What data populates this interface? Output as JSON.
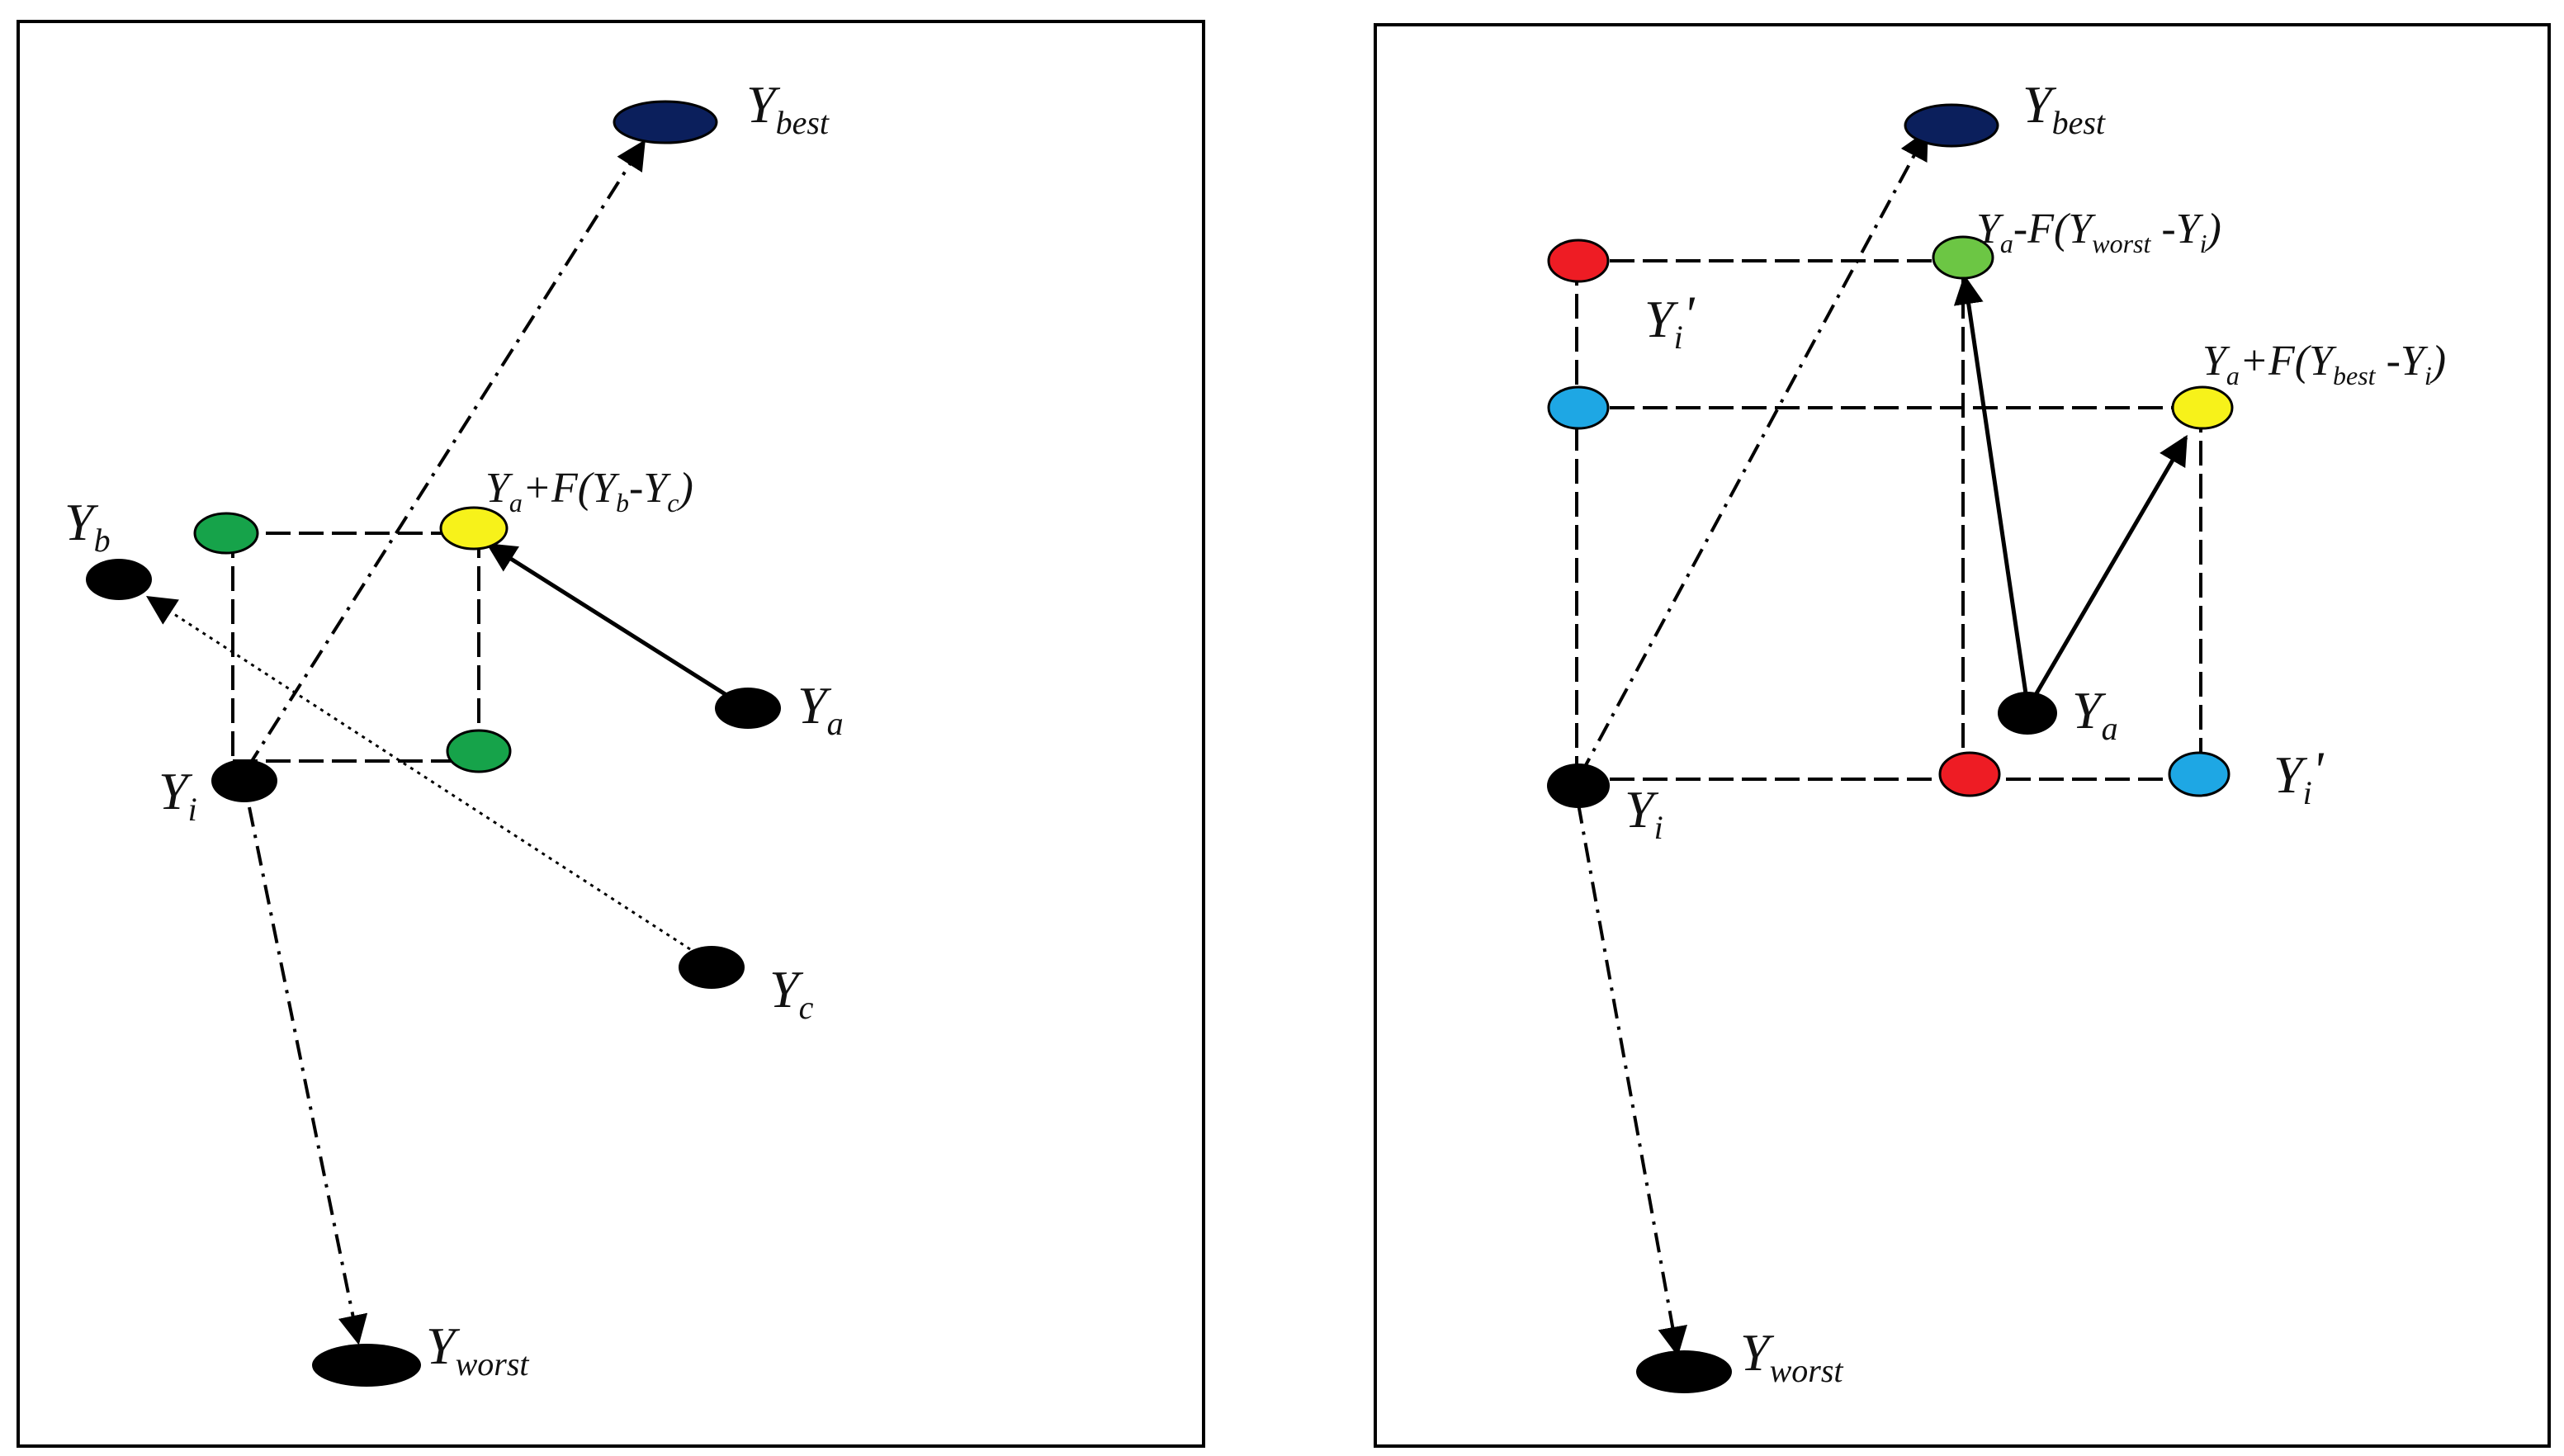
{
  "left_panel": {
    "labels": {
      "y_best": {
        "main": "Y",
        "sub": "best"
      },
      "y_b": {
        "main": "Y",
        "sub": "b"
      },
      "y_a": {
        "main": "Y",
        "sub": "a"
      },
      "y_i": {
        "main": "Y",
        "sub": "i"
      },
      "y_c": {
        "main": "Y",
        "sub": "c"
      },
      "y_worst": {
        "main": "Y",
        "sub": "worst"
      },
      "mutant": {
        "p1": "Y",
        "p1sub": "a",
        "p2": "+F(Y",
        "p2sub": "b",
        "p3": "-Y",
        "p3sub": "c",
        "p4": ")"
      }
    }
  },
  "right_panel": {
    "labels": {
      "y_best": {
        "main": "Y",
        "sub": "best"
      },
      "y_i_prime_top": {
        "main": "Y",
        "sub": "i",
        "prime": "'"
      },
      "y_a": {
        "main": "Y",
        "sub": "a"
      },
      "y_i": {
        "main": "Y",
        "sub": "i"
      },
      "y_i_prime_right": {
        "main": "Y",
        "sub": "i",
        "prime": "'"
      },
      "y_worst": {
        "main": "Y",
        "sub": "worst"
      },
      "mutant_worst": {
        "p1": "Y",
        "p1sub": "a",
        "p2": "-F(Y",
        "p2sub": "worst",
        "p3": " -Y",
        "p3sub": "i",
        "p4": ")"
      },
      "mutant_best": {
        "p1": "Y",
        "p1sub": "a",
        "p2": "+F(Y",
        "p2sub": "best",
        "p3": " -Y",
        "p3sub": "i",
        "p4": ")"
      }
    }
  },
  "colors": {
    "black": "#000000",
    "navy": "#0b1f5c",
    "green": "#16a34a",
    "light_green": "#6cc644",
    "yellow": "#f7f21a",
    "red": "#ee1c24",
    "blue": "#1ea7e4"
  }
}
